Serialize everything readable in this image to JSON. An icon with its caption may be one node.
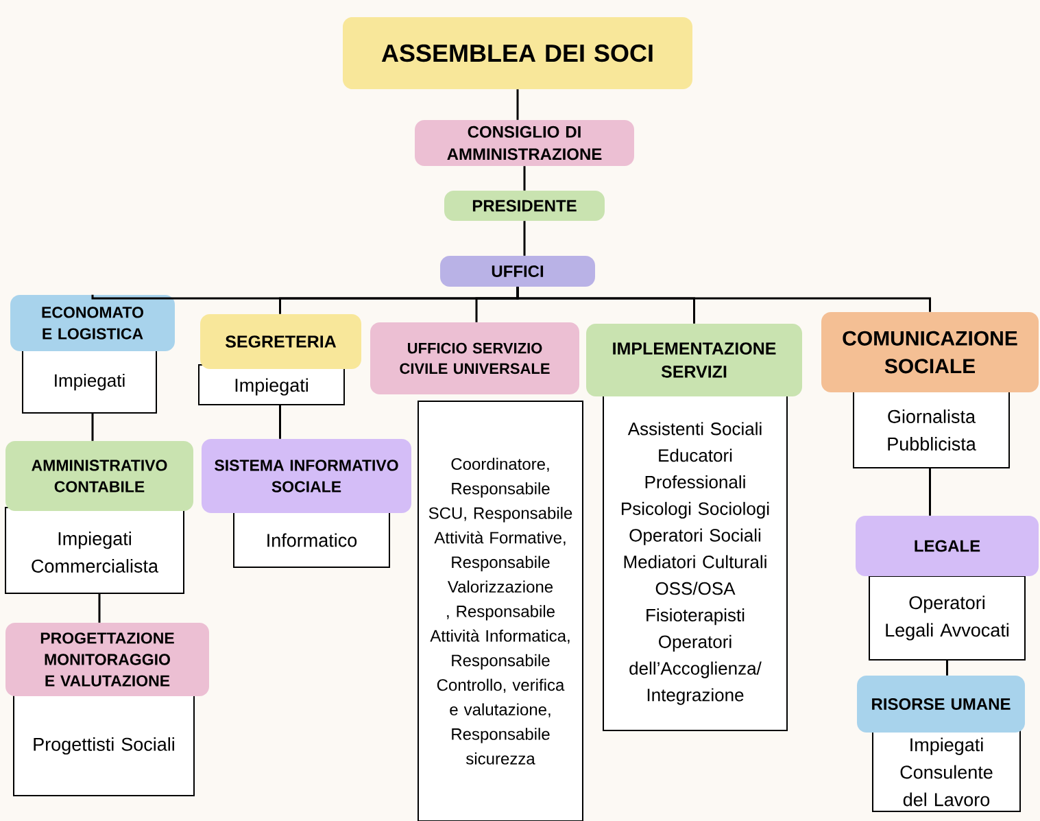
{
  "diagram": {
    "nodes": [
      {
        "text": [
          "ASSEMBLEA DEI SOCI"
        ]
      },
      {
        "text": [
          "CONSIGLIO DI AMMINISTRAZIONE"
        ]
      },
      {
        "text": [
          "PRESIDENTE"
        ]
      },
      {
        "text": [
          "UFFICI"
        ]
      },
      {
        "text": [
          "ECONOMATO E LOGISTICA",
          "Impiegati"
        ]
      },
      {
        "text": [
          "AMMINISTRATIVO CONTABILE",
          "Impiegati Commercialista"
        ]
      },
      {
        "text": [
          "PROGETTAZIONE MONITORAGGIO E VALUTAZIONE",
          "Progettisti Sociali"
        ]
      },
      {
        "text": [
          "SEGRETERIA",
          "Impiegati"
        ]
      },
      {
        "text": [
          "SISTEMA INFORMATIVO SOCIALE",
          "Informatico"
        ]
      },
      {
        "text": [
          "UFFICIO SERVIZIO CIVILE UNIVERSALE",
          "Coordinatore, Responsabile SCU, Responsabile Attività Formative, Responsabile Valorizzazione , Responsabile Attività Informatica, Responsabile Controllo, verifica e valutazione, Responsabile sicurezza"
        ]
      },
      {
        "text": [
          "IMPLEMENTAZIONE SERVIZI",
          "Assistenti Sociali Educatori Professionali Psicologi Sociologi Operatori Sociali Mediatori Culturali OSS/OSA Fisioterapisti Operatori dell’Accoglienza/ Integrazione"
        ]
      },
      {
        "text": [
          "COMUNICAZIONE SOCIALE",
          "Giornalista Pubblicista"
        ]
      },
      {
        "text": [
          "LEGALE",
          "Operatori Legali Avvocati"
        ]
      },
      {
        "text": [
          "RISORSE UMANE",
          "Impiegati Consulente del Lavoro"
        ]
      }
    ],
    "edges": [
      {
        "from": 0,
        "to": 1,
        "arrow": "none"
      },
      {
        "from": 1,
        "to": 2,
        "arrow": "none"
      },
      {
        "from": 2,
        "to": 3,
        "arrow": "none"
      },
      {
        "from": 3,
        "to": 4,
        "arrow": "none"
      },
      {
        "from": 3,
        "to": 7,
        "arrow": "none"
      },
      {
        "from": 3,
        "to": 9,
        "arrow": "none"
      },
      {
        "from": 3,
        "to": 10,
        "arrow": "none"
      },
      {
        "from": 3,
        "to": 11,
        "arrow": "none"
      },
      {
        "from": 4,
        "to": 5,
        "arrow": "none"
      },
      {
        "from": 5,
        "to": 6,
        "arrow": "none"
      },
      {
        "from": 7,
        "to": 8,
        "arrow": "none"
      },
      {
        "from": 11,
        "to": 12,
        "arrow": "none"
      },
      {
        "from": 12,
        "to": 13,
        "arrow": "none"
      }
    ]
  }
}
